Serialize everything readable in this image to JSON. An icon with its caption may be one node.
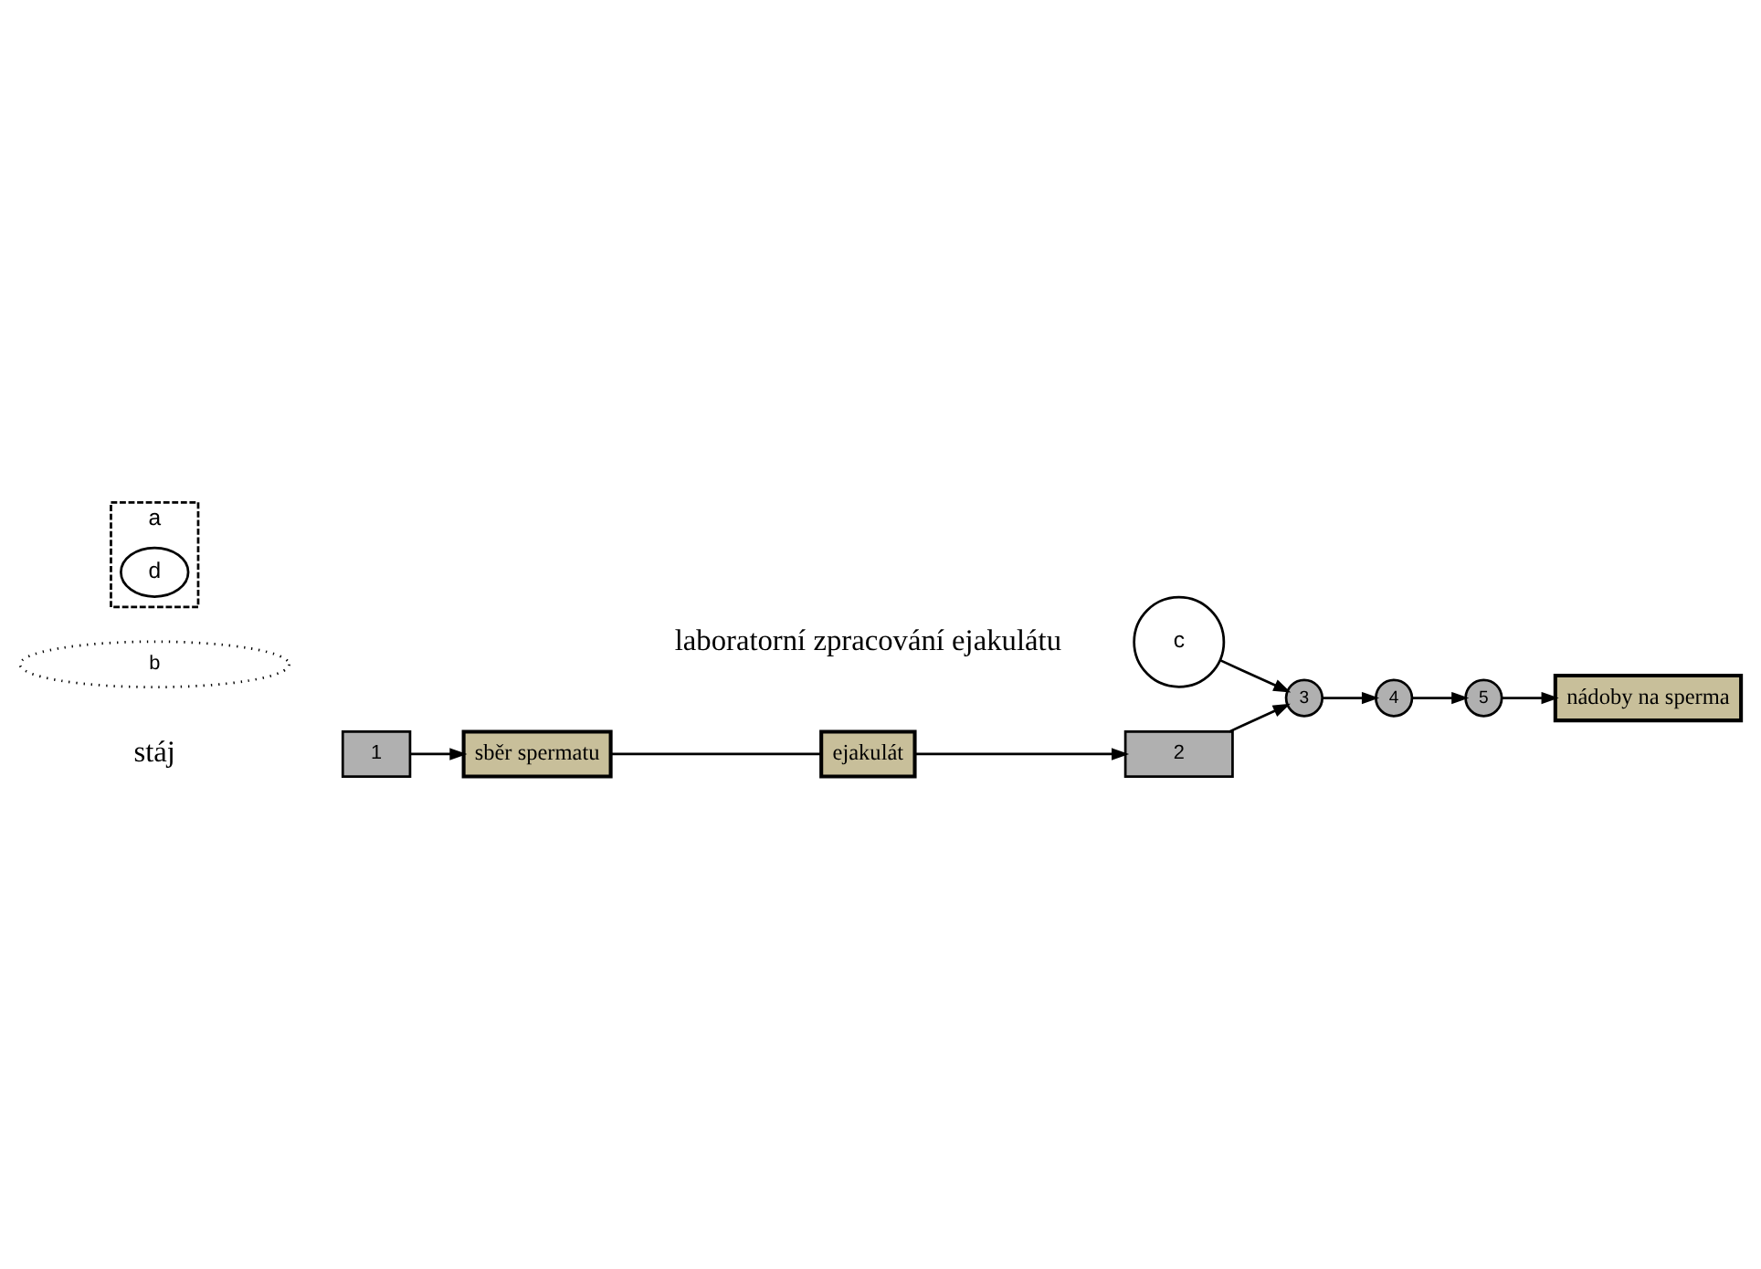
{
  "diagram": {
    "nodes": [
      {
        "text": [
          "1"
        ]
      },
      {
        "text": [
          "sběr spermatu"
        ]
      },
      {
        "text": [
          "ejakulát"
        ]
      },
      {
        "text": [
          "2"
        ]
      },
      {
        "text": [
          "c"
        ]
      },
      {
        "text": [
          "b"
        ]
      },
      {
        "text": [
          "a"
        ]
      },
      {
        "text": [
          "3"
        ]
      },
      {
        "text": [
          "4"
        ]
      },
      {
        "text": [
          "5"
        ]
      },
      {
        "text": [
          "d"
        ],
        "in": 6
      },
      {
        "text": [
          "nádoby na sperma"
        ]
      }
    ],
    "edges": [
      {
        "from": 0,
        "to": 1,
        "arrow": "to"
      },
      {
        "from": 1,
        "to": 2,
        "arrow": "none"
      },
      {
        "from": 2,
        "to": 3,
        "arrow": "to"
      },
      {
        "from": 3,
        "to": 7,
        "arrow": "to"
      },
      {
        "from": 4,
        "to": 7,
        "arrow": "to"
      },
      {
        "from": 7,
        "to": 8,
        "arrow": "to"
      },
      {
        "from": 8,
        "to": 9,
        "arrow": "to"
      },
      {
        "from": 9,
        "to": 11,
        "arrow": "to"
      }
    ],
    "labels": [
      "stáj",
      "laboratorní zpracování ejakulátu"
    ]
  }
}
